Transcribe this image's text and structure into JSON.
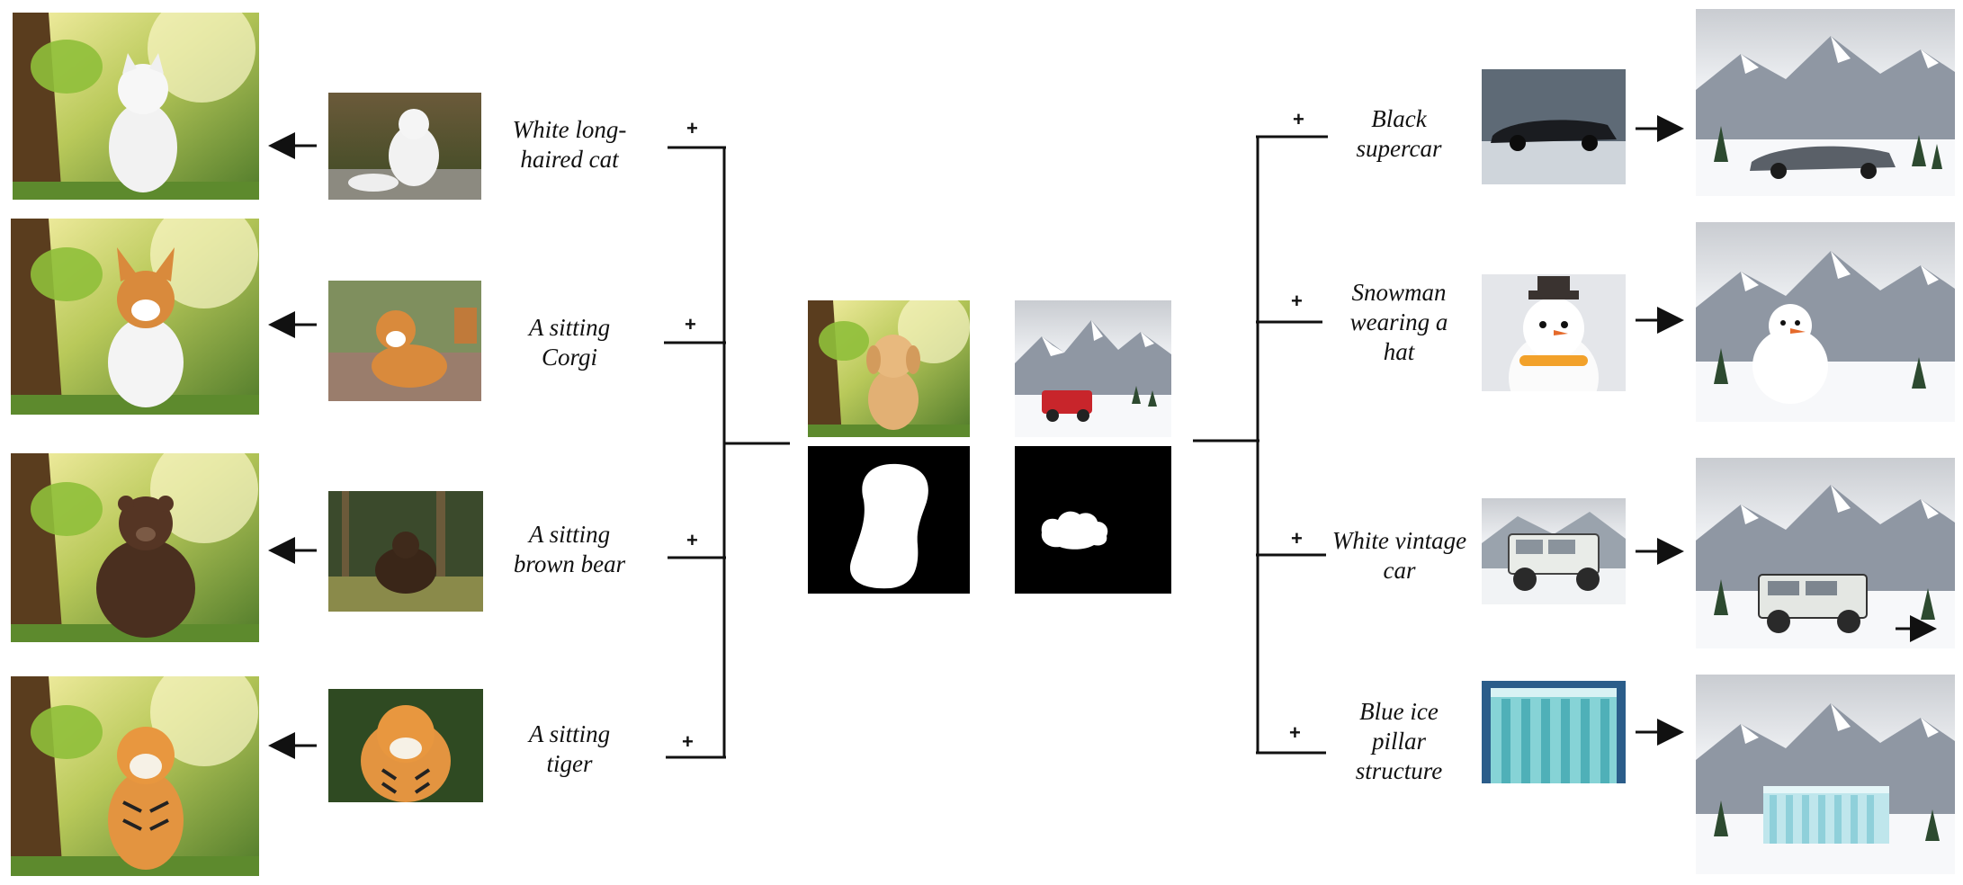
{
  "operator_symbol": "+",
  "left_prompts": [
    "White long-\nhaired cat",
    "A sitting\nCorgi",
    "A sitting\nbrown bear",
    "A sitting\ntiger"
  ],
  "right_prompts": [
    "Black\nsupercar",
    "Snowman\nwearing a\nhat",
    "White vintage\ncar",
    "Blue ice\npillar\nstructure"
  ]
}
